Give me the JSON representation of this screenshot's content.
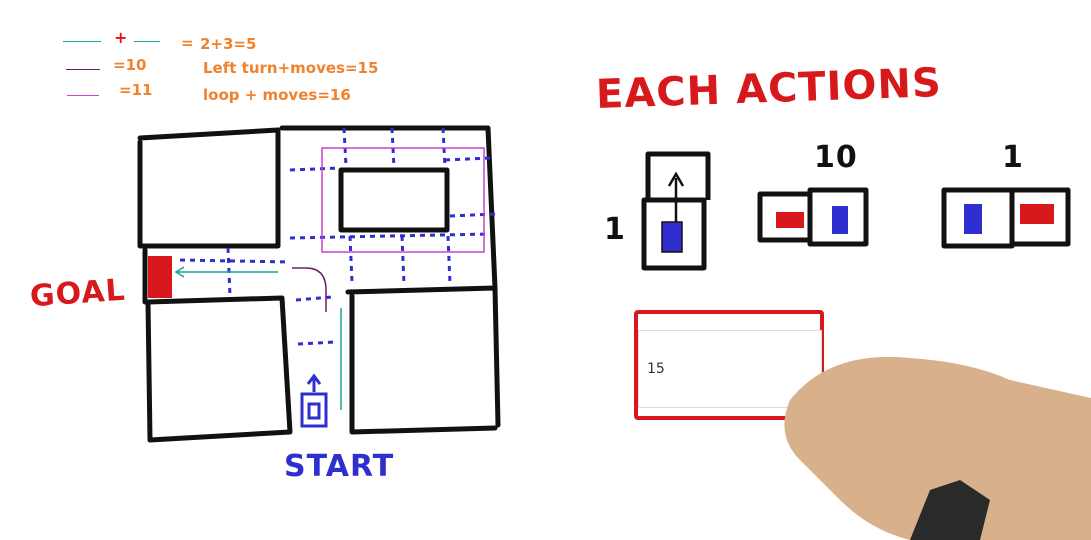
{
  "legend": {
    "row1_plus": "+",
    "row1_eq": "=",
    "row1_result": "2+3=5",
    "row2_value": "=10",
    "row2_desc": "Left turn+moves=15",
    "row3_value": "=11",
    "row3_desc": "loop + moves=16",
    "colors": {
      "teal": "#1aa39a",
      "purple": "#6b1f6e",
      "magenta": "#cc44cc",
      "annotation": "#f0822d"
    }
  },
  "sketch": {
    "goal_label": "GOAL",
    "start_label": "START",
    "actions_title": "EACH ACTIONS",
    "costs": [
      "1",
      "10",
      "1"
    ],
    "colors": {
      "red": "#d7191c",
      "blue": "#2f2fd0",
      "ink": "#111111"
    }
  },
  "answer": {
    "value": "15"
  }
}
